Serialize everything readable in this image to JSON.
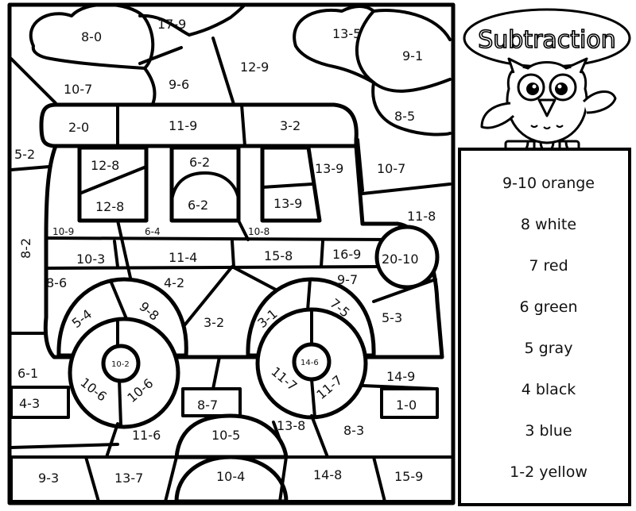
{
  "title": "Subtraction",
  "regions": {
    "cloud_left": "8-0",
    "sky_top": "17-9",
    "sky_mid": "12-9",
    "cloud_right": "13-5",
    "cloud_right_outer": "9-1",
    "sky_left_a": "10-7",
    "sky_left_b": "9-6",
    "sky_right": "8-5",
    "roof_left": "2-0",
    "roof_mid": "11-9",
    "roof_right": "3-2",
    "left_edge": "5-2",
    "window1_top": "12-8",
    "window1_bot": "12-8",
    "window2_top": "6-2",
    "window2_bot": "6-2",
    "window3_top": "13-9",
    "window3_bot": "13-9",
    "right_sky": "10-7",
    "right_bg": "11-8",
    "side_8_2": "8-2",
    "body_a": "10-9",
    "body_b": "6-4",
    "body_c": "10-8",
    "stripe1": "10-3",
    "stripe2": "11-4",
    "stripe3": "15-8",
    "stripe4": "16-9",
    "headlight": "20-10",
    "lower1": "8-6",
    "lower2": "4-2",
    "lower3": "9-7",
    "arch1_left": "5-4",
    "arch1_right": "9-8",
    "mid_panel": "3-2",
    "arch2_left": "3-1",
    "arch2_right": "7-5",
    "right_panel": "5-3",
    "hub1": "10-2",
    "hub2": "14-6",
    "ground_left": "6-1",
    "box_left": "4-3",
    "wheel1_a": "10-6",
    "wheel1_b": "10-6",
    "wheel2_a": "11-7",
    "wheel2_b": "11-7",
    "ground_right": "14-9",
    "box_right": "1-0",
    "box_mid": "8-7",
    "g_11_6": "11-6",
    "g_10_5": "10-5",
    "g_13_8": "13-8",
    "g_8_3": "8-3",
    "bottom1": "9-3",
    "bottom2": "13-7",
    "bottom3": "10-4",
    "bottom4": "14-8",
    "bottom5": "15-9"
  },
  "key": [
    "9-10 orange",
    "8 white",
    "7 red",
    "6 green",
    "5 gray",
    "4 black",
    "3 blue",
    "1-2 yellow"
  ]
}
